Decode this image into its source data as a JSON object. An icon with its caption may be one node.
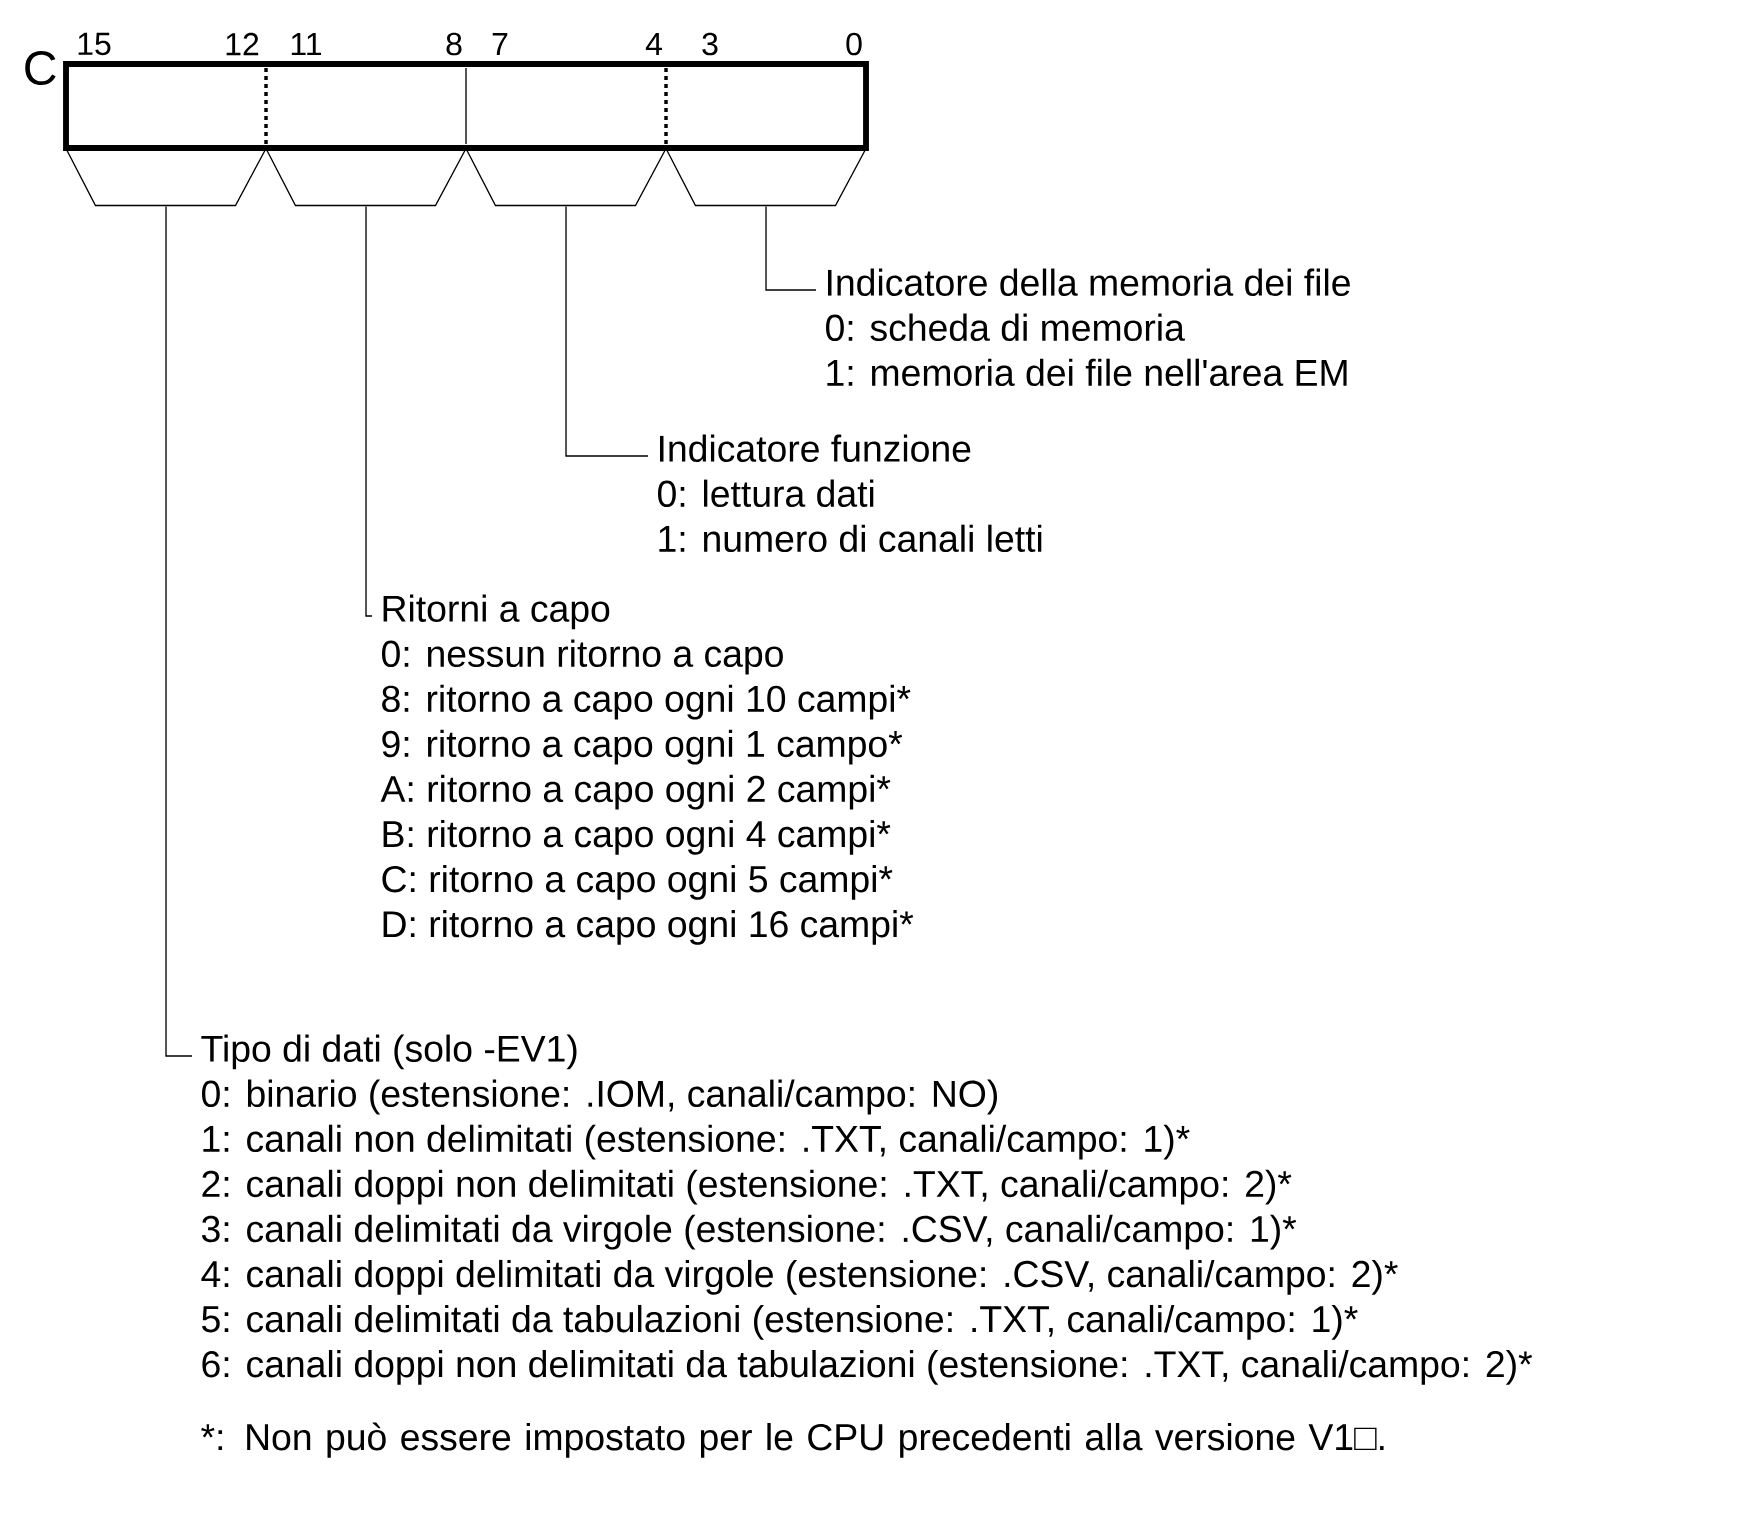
{
  "diagram": {
    "nodes": [
      {
        "text": [],
        "shape": "box",
        "beside": [
          "C"
        ]
      },
      {
        "text": [],
        "shape": "trapezoid"
      },
      {
        "text": [],
        "shape": "trapezoid"
      },
      {
        "text": [],
        "shape": "trapezoid"
      },
      {
        "text": [],
        "shape": "trapezoid"
      },
      {
        "text": [
          "Indicatore della memoria dei file",
          "0: scheda di memoria",
          "1: memoria dei file nell'area EM"
        ]
      },
      {
        "text": [
          "Indicatore funzione",
          "0: lettura dati",
          "1: numero di canali letti"
        ]
      },
      {
        "text": [
          "Ritorni a capo",
          "0: nessun ritorno a capo",
          "8: ritorno a capo ogni 10 campi*",
          "9: ritorno a capo ogni 1 campo*",
          "A: ritorno a capo ogni 2 campi*",
          "B: ritorno a capo ogni 4 campi*",
          "C: ritorno a capo ogni 5 campi*",
          "D: ritorno a capo ogni 16 campi*"
        ]
      },
      {
        "text": [
          "Tipo di dati (solo -EV1)",
          "0: binario (estensione: .IOM, canali/campo: NO)",
          "1: canali non delimitati (estensione: .TXT, canali/campo: 1)*",
          "2: canali doppi non delimitati (estensione: .TXT, canali/campo: 2)*",
          "3: canali delimitati da virgole (estensione: .CSV, canali/campo: 1)*",
          "4: canali doppi delimitati da virgole (estensione: .CSV, canali/campo: 2)*",
          "5: canali delimitati da tabulazioni (estensione: .TXT, canali/campo: 1)*",
          "6: canali doppi non delimitati da tabulazioni (estensione: .TXT, canali/campo: 2)*"
        ]
      }
    ],
    "edges": [
      {
        "from": 4,
        "to": 5,
        "arrow": "none"
      },
      {
        "from": 3,
        "to": 6,
        "arrow": "none"
      },
      {
        "from": 2,
        "to": 7,
        "arrow": "none"
      },
      {
        "from": 1,
        "to": 8,
        "arrow": "none"
      }
    ],
    "labels": [
      "15",
      "12",
      "11",
      "8",
      "7",
      "4",
      "3",
      "0",
      "*: Non può essere impostato per le CPU precedenti alla versione V1□."
    ]
  }
}
